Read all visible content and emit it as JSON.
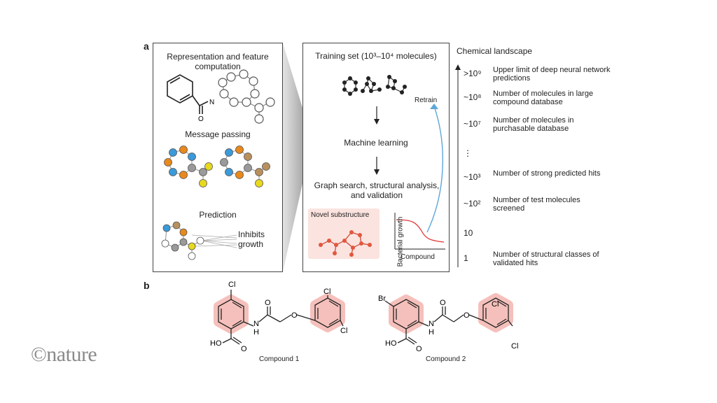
{
  "panel_a_letter": "a",
  "panel_b_letter": "b",
  "left_box": {
    "representation_title": "Representation and feature computation",
    "amide_n": "N",
    "amide_o": "O",
    "message_passing": "Message passing",
    "prediction": "Prediction",
    "inhibits_growth": "Inhibits growth"
  },
  "middle_box": {
    "training_set": "Training set (10³–10⁴ molecules)",
    "retrain": "Retrain",
    "machine_learning": "Machine learning",
    "graph_search": "Graph search, structural analysis, and validation",
    "novel_substructure": "Novel substructure",
    "bacterial_growth": "Bacterial growth",
    "compound_axis": "Compound"
  },
  "chemical_landscape": {
    "title": "Chemical landscape",
    "rows": [
      {
        "value": ">10⁹",
        "desc": "Upper limit of deep neural network predictions"
      },
      {
        "value": "~10⁸",
        "desc": "Number of molecules in large compound database"
      },
      {
        "value": "~10⁷",
        "desc": "Number of molecules in purchasable database"
      },
      {
        "value": "⋮",
        "desc": ""
      },
      {
        "value": "~10³",
        "desc": "Number of strong predicted hits"
      },
      {
        "value": "~10²",
        "desc": "Number of test molecules screened"
      },
      {
        "value": "10",
        "desc": ""
      },
      {
        "value": "1",
        "desc": "Number of structural classes of validated hits"
      }
    ]
  },
  "compound1": {
    "name": "Compound 1",
    "top_halogen": "Cl",
    "o_carbonyl": "O",
    "nh": "N",
    "h": "H",
    "ether_o": "O",
    "cl_ortho": "Cl",
    "cl_para": "Cl",
    "acid": "HO",
    "acid_o": "O"
  },
  "compound2": {
    "name": "Compound 2",
    "top_halogen": "Br",
    "o_carbonyl": "O",
    "nh": "N",
    "h": "H",
    "ether_o": "O",
    "cl_ortho": "Cl",
    "cl_para": "Cl",
    "acid": "HO",
    "acid_o": "O"
  },
  "logo": "©nature",
  "colors": {
    "blue": "#3b9ad9",
    "orange": "#e8891e",
    "grey": "#9a9a9a",
    "yellow": "#e8d81f",
    "tan": "#b8905e",
    "red_atom": "#e2573e",
    "highlight": "#f4b6b0",
    "retrain_arrow": "#5ea7d8",
    "curve": "#e03a3a"
  }
}
